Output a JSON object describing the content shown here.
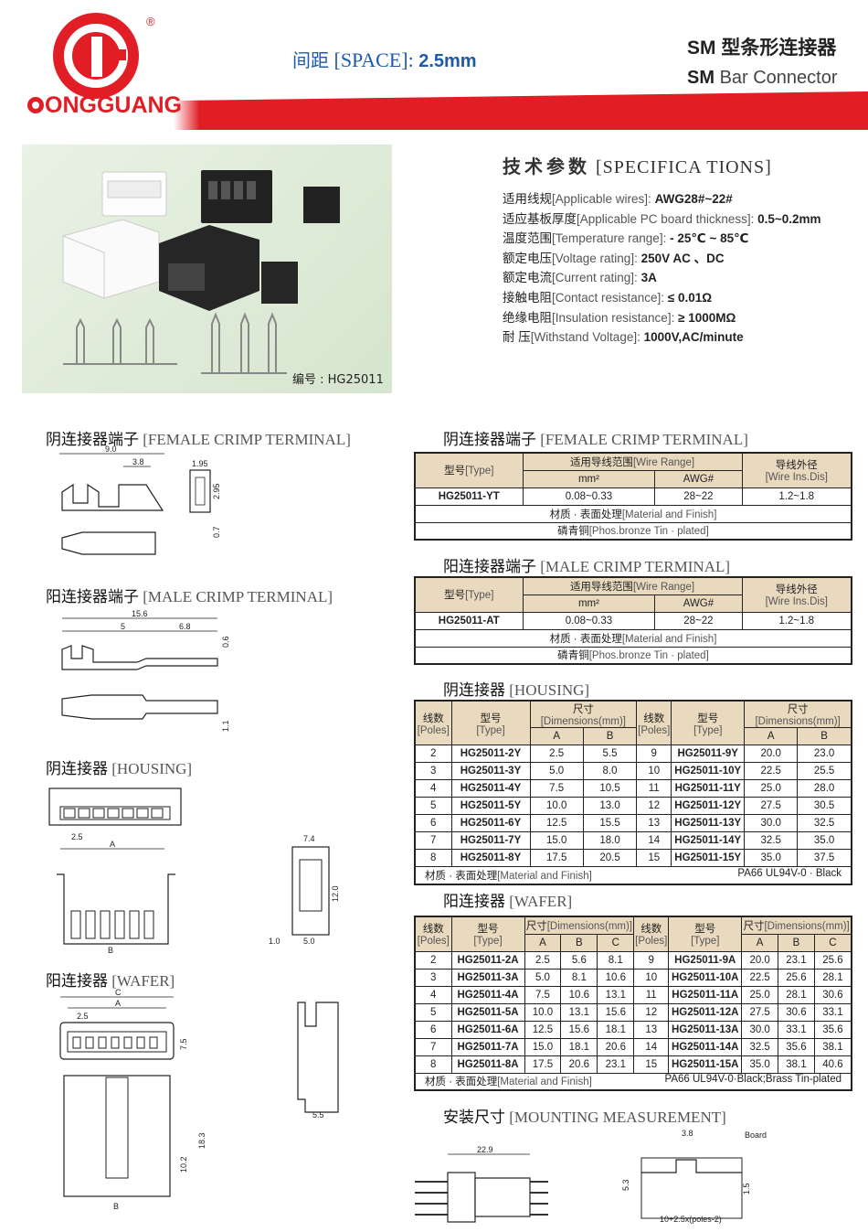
{
  "header": {
    "reg_mark": "®",
    "brand": "ONGGUANG",
    "space_cn": "间距",
    "space_en": "[SPACE]:",
    "space_val": "2.5mm",
    "title_cn_prefix": "SM",
    "title_cn": "型条形连接器",
    "title_en_prefix": "SM",
    "title_en": "Bar Connector"
  },
  "photo": {
    "label": "编号 : HG25011"
  },
  "specs": {
    "title_cn": "技术参数",
    "title_en": "[SPECIFICA TIONS]",
    "items": [
      {
        "cn": "适用线规",
        "en": "[Applicable wires]:",
        "val": "AWG28#~22#"
      },
      {
        "cn": "适应基板厚度",
        "en": "[Applicable PC board thickness]:",
        "val": "0.5~0.2mm"
      },
      {
        "cn": "温度范围",
        "en": "[Temperature range]:",
        "val": "- 25℃ ~ 85℃"
      },
      {
        "cn": "额定电压",
        "en": "[Voltage rating]:",
        "val": "250V  AC 、DC"
      },
      {
        "cn": "额定电流",
        "en": "[Current rating]:",
        "val": "3A"
      },
      {
        "cn": "接触电阻",
        "en": "[Contact resistance]:",
        "val": "≤ 0.01Ω"
      },
      {
        "cn": "绝缘电阻",
        "en": "[Insulation resistance]:",
        "val": "≥ 1000MΩ"
      },
      {
        "cn": "耐      压",
        "en": "[Withstand Voltage]:",
        "val": "1000V,AC/minute"
      }
    ]
  },
  "left": {
    "female_terminal": {
      "cn": "阴连接器端子",
      "en": "[FEMALE CRIMP   TERMINAL]",
      "dims": [
        "9.0",
        "3.8",
        "1.95",
        "2.95",
        "0.7"
      ]
    },
    "male_terminal": {
      "cn": "阳连接器端子",
      "en": "[MALE CRIMP   TERMINAL]",
      "dims": [
        "15.6",
        "5",
        "6.8",
        "0.6",
        "1.1"
      ]
    },
    "housing": {
      "cn": "阴连接器",
      "en": "[HOUSING]",
      "dims": [
        "2.5",
        "A",
        "B",
        "7.4",
        "12.0",
        "1.0",
        "5.0"
      ]
    },
    "wafer": {
      "cn": "阳连接器",
      "en": "[WAFER]",
      "dims": [
        "C",
        "A",
        "2.5",
        "7.5",
        "10.2",
        "18.3",
        "B",
        "5.5"
      ]
    }
  },
  "female_table": {
    "cn": "阴连接器端子",
    "en": "[FEMALE CRIMP   TERMINAL]",
    "h_type_cn": "型号",
    "h_type_en": "[Type]",
    "h_range_cn": "适用导线范围",
    "h_range_en": "[Wire Range]",
    "h_mm": "mm²",
    "h_awg": "AWG#",
    "h_dia_cn": "导线外径",
    "h_dia_en": "[Wire Ins.Dis]",
    "type": "HG25011-YT",
    "mm": "0.08~0.33",
    "awg": "28~22",
    "dia": "1.2~1.8",
    "mat_cn": "材质 · 表面处理",
    "mat_en": "[Material and Finish]",
    "fin_cn": "磷青铜",
    "fin_en": "[Phos.bronze Tin · plated]"
  },
  "male_table": {
    "cn": "阳连接器端子",
    "en": "[MALE CRIMP   TERMINAL]",
    "h_type_cn": "型号",
    "h_type_en": "[Type]",
    "h_range_cn": "适用导线范围",
    "h_range_en": "[Wire Range]",
    "h_mm": "mm²",
    "h_awg": "AWG#",
    "h_dia_cn": "导线外径",
    "h_dia_en": "[Wire Ins.Dis]",
    "type": "HG25011-AT",
    "mm": "0.08~0.33",
    "awg": "28~22",
    "dia": "1.2~1.8",
    "mat_cn": "材质 · 表面处理",
    "mat_en": "[Material and Finish]",
    "fin_cn": "磷青铜",
    "fin_en": "[Phos.bronze Tin · plated]"
  },
  "housing_table": {
    "cn": "阴连接器",
    "en": "[HOUSING]",
    "h_poles_cn": "线数",
    "h_poles_en": "[Poles]",
    "h_type_cn": "型号",
    "h_type_en": "[Type]",
    "h_dim_cn": "尺寸",
    "h_dim_en": "[Dimensions(mm)]",
    "h_a": "A",
    "h_b": "B",
    "rows": [
      [
        "2",
        "HG25011-2Y",
        "2.5",
        "5.5",
        "9",
        "HG25011-9Y",
        "20.0",
        "23.0"
      ],
      [
        "3",
        "HG25011-3Y",
        "5.0",
        "8.0",
        "10",
        "HG25011-10Y",
        "22.5",
        "25.5"
      ],
      [
        "4",
        "HG25011-4Y",
        "7.5",
        "10.5",
        "11",
        "HG25011-11Y",
        "25.0",
        "28.0"
      ],
      [
        "5",
        "HG25011-5Y",
        "10.0",
        "13.0",
        "12",
        "HG25011-12Y",
        "27.5",
        "30.5"
      ],
      [
        "6",
        "HG25011-6Y",
        "12.5",
        "15.5",
        "13",
        "HG25011-13Y",
        "30.0",
        "32.5"
      ],
      [
        "7",
        "HG25011-7Y",
        "15.0",
        "18.0",
        "14",
        "HG25011-14Y",
        "32.5",
        "35.0"
      ],
      [
        "8",
        "HG25011-8Y",
        "17.5",
        "20.5",
        "15",
        "HG25011-15Y",
        "35.0",
        "37.5"
      ]
    ],
    "mat_cn": "材质 · 表面处理",
    "mat_en": "[Material and Finish]",
    "mat_val": "PA66 UL94V-0 · Black"
  },
  "wafer_table": {
    "cn": "阳连接器",
    "en": "[WAFER]",
    "h_poles_cn": "线数",
    "h_poles_en": "[Poles]",
    "h_type_cn": "型号",
    "h_type_en": "[Type]",
    "h_dim_cn": "尺寸",
    "h_dim_en": "[Dimensions(mm)]",
    "h_a": "A",
    "h_b": "B",
    "h_c": "C",
    "rows": [
      [
        "2",
        "HG25011-2A",
        "2.5",
        "5.6",
        "8.1",
        "9",
        "HG25011-9A",
        "20.0",
        "23.1",
        "25.6"
      ],
      [
        "3",
        "HG25011-3A",
        "5.0",
        "8.1",
        "10.6",
        "10",
        "HG25011-10A",
        "22.5",
        "25.6",
        "28.1"
      ],
      [
        "4",
        "HG25011-4A",
        "7.5",
        "10.6",
        "13.1",
        "11",
        "HG25011-11A",
        "25.0",
        "28.1",
        "30.6"
      ],
      [
        "5",
        "HG25011-5A",
        "10.0",
        "13.1",
        "15.6",
        "12",
        "HG25011-12A",
        "27.5",
        "30.6",
        "33.1"
      ],
      [
        "6",
        "HG25011-6A",
        "12.5",
        "15.6",
        "18.1",
        "13",
        "HG25011-13A",
        "30.0",
        "33.1",
        "35.6"
      ],
      [
        "7",
        "HG25011-7A",
        "15.0",
        "18.1",
        "20.6",
        "14",
        "HG25011-14A",
        "32.5",
        "35.6",
        "38.1"
      ],
      [
        "8",
        "HG25011-8A",
        "17.5",
        "20.6",
        "23.1",
        "15",
        "HG25011-15A",
        "35.0",
        "38.1",
        "40.6"
      ]
    ],
    "mat_cn": "材质 · 表面处理",
    "mat_en": "[Material and Finish]",
    "mat_val": "PA66 UL94V-0·Black;Brass Tin-plated"
  },
  "mounting": {
    "cn": "安装尺寸",
    "en": "[MOUNTING MEASUREMENT]",
    "dims": [
      "22.9",
      "3.8",
      "Board",
      "5.3",
      "1.5",
      "10+2.5x(poles-2)"
    ]
  },
  "colors": {
    "brand_red": "#e11d25",
    "space_blue": "#1f5aa8",
    "table_header": "#e9d9bf"
  }
}
